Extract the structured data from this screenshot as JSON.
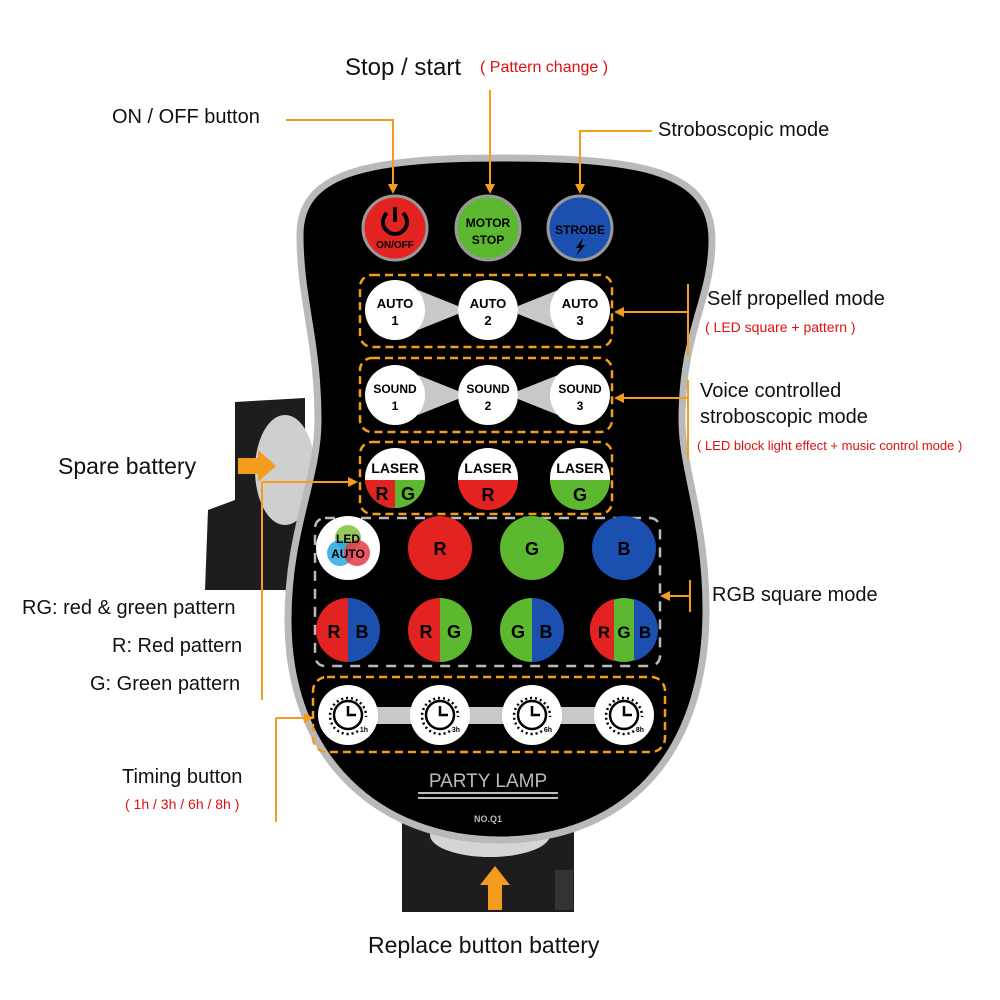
{
  "labels": {
    "stop_start": "Stop / start",
    "pattern_change": "( Pattern change )",
    "on_off_button": "ON / OFF button",
    "stroboscopic_mode": "Stroboscopic mode",
    "self_propelled_mode": "Self propelled mode",
    "self_propelled_note": "( LED square + pattern )",
    "voice_controlled_line1": "Voice controlled",
    "voice_controlled_line2": "stroboscopic mode",
    "voice_controlled_note": "( LED block light effect + music control mode )",
    "spare_battery": "Spare battery",
    "rgb_square_mode": "RGB square mode",
    "rg_pattern": "RG: red & green pattern",
    "r_pattern": "R: Red pattern",
    "g_pattern": "G: Green pattern",
    "timing_button": "Timing button",
    "timing_note": "( 1h / 3h / 6h / 8h )",
    "replace_battery": "Replace button battery"
  },
  "remote": {
    "top_buttons": {
      "on_off": "ON/OFF",
      "motor_line1": "MOTOR",
      "motor_line2": "STOP",
      "strobe": "STROBE"
    },
    "auto": [
      {
        "a": "AUTO",
        "b": "1"
      },
      {
        "a": "AUTO",
        "b": "2"
      },
      {
        "a": "AUTO",
        "b": "3"
      }
    ],
    "sound": [
      {
        "a": "SOUND",
        "b": "1"
      },
      {
        "a": "SOUND",
        "b": "2"
      },
      {
        "a": "SOUND",
        "b": "3"
      }
    ],
    "laser": [
      {
        "a": "LASER",
        "b": "R",
        "c": "G"
      },
      {
        "a": "LASER",
        "b": "R"
      },
      {
        "a": "LASER",
        "b": "G"
      }
    ],
    "led_auto": {
      "a": "LED",
      "b": "AUTO"
    },
    "colors": [
      "R",
      "G",
      "B"
    ],
    "pairs": [
      {
        "a": "R",
        "b": "B"
      },
      {
        "a": "R",
        "b": "G"
      },
      {
        "a": "G",
        "b": "B"
      },
      {
        "a": "R",
        "b": "G",
        "c": "B"
      }
    ],
    "timers": [
      "1h",
      "3h",
      "6h",
      "8h"
    ],
    "brand": "PARTY LAMP",
    "model": "NO.Q1"
  },
  "colors": {
    "red": "#e32322",
    "green": "#5cb82e",
    "blue": "#1b4fb0",
    "orange": "#f39c1d",
    "annotation_red": "#e01010"
  }
}
